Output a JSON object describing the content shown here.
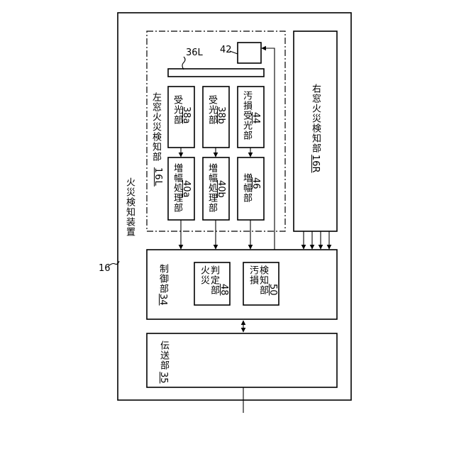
{
  "device": {
    "ref": "16",
    "title": "火災検知装置"
  },
  "left_unit": {
    "title": "左窓火災検知部",
    "ref": "16L"
  },
  "right_unit": {
    "title": "右窓火災検知部",
    "ref": "16R"
  },
  "window": {
    "ref": "36L"
  },
  "cleaning": {
    "ref": "42"
  },
  "receivers": [
    {
      "name": "受光部",
      "ref": "38a"
    },
    {
      "name": "受光部",
      "ref": "38b"
    },
    {
      "name": "汚損受光部",
      "ref": "44"
    }
  ],
  "amplifiers": [
    {
      "name": "増幅処理部",
      "ref": "40a"
    },
    {
      "name": "増幅処理部",
      "ref": "40b"
    },
    {
      "name": "増幅部",
      "ref": "46"
    }
  ],
  "control": {
    "name": "制御部",
    "ref": "34"
  },
  "fire_judge": {
    "name_line1": "火災",
    "name_line2": "判定部",
    "ref": "48"
  },
  "stain_detect": {
    "name_line1": "汚損",
    "name_line2": "検知部",
    "ref": "50"
  },
  "transmission": {
    "name": "伝送部",
    "ref": "35"
  }
}
